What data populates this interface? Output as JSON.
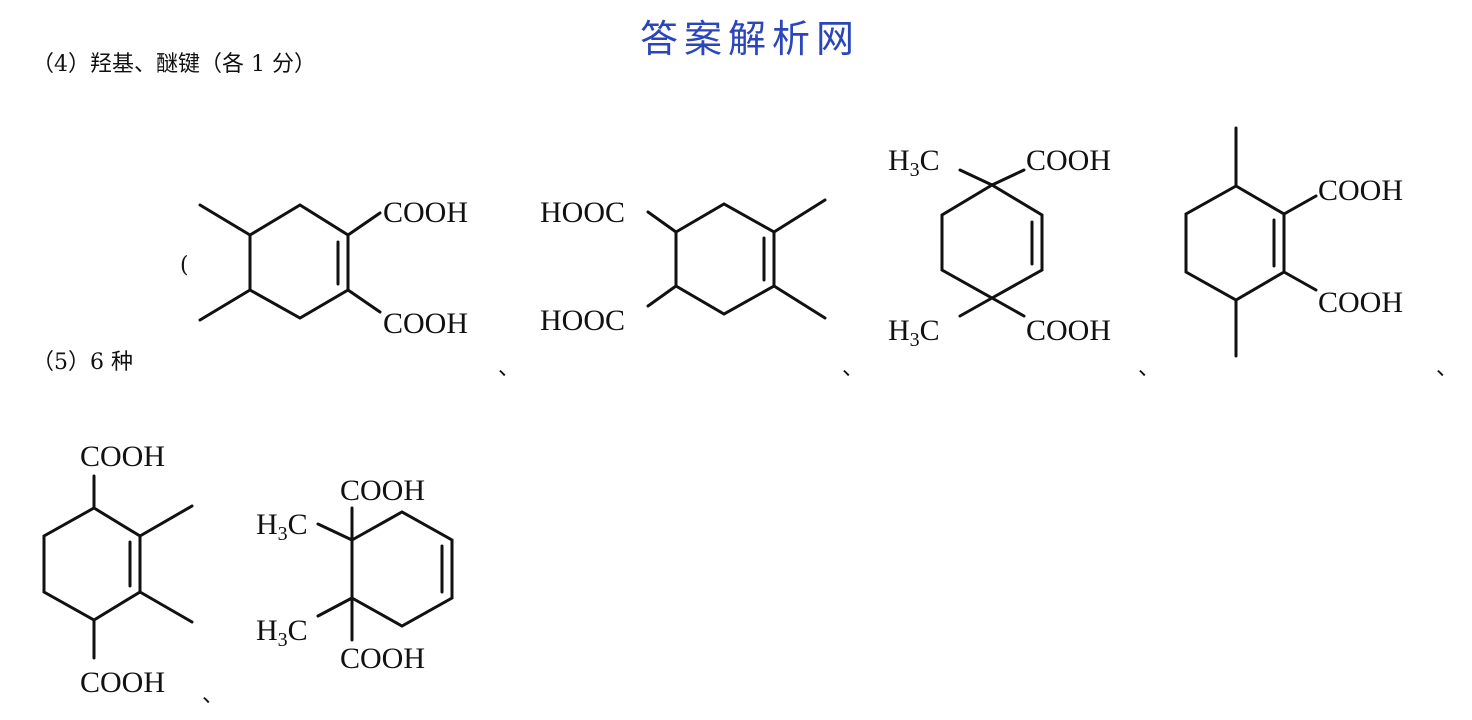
{
  "watermark": "答案解析网",
  "answer4": "（4）羟基、醚键（各 1 分）",
  "answer5": "（5）6 种",
  "separator": "、",
  "groups": {
    "cooh": "COOH",
    "hooc": "HOOC",
    "h3c_h": "H",
    "h3c_3": "3",
    "h3c_c": "C"
  },
  "structures": [
    "structure-1",
    "structure-2",
    "structure-3",
    "structure-4",
    "structure-5",
    "structure-6"
  ]
}
